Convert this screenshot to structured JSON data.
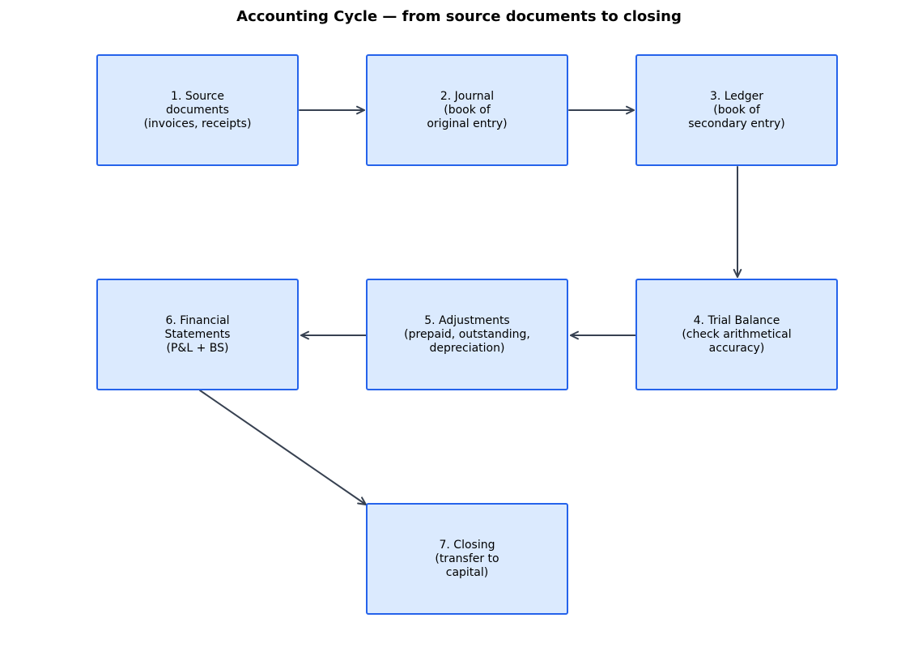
{
  "title": "Accounting Cycle — from source documents to closing",
  "colors": {
    "node_fill": "#dbeafe",
    "node_border": "#2563eb",
    "arrow": "#374151"
  },
  "nodes": [
    {
      "id": "n1",
      "lines": [
        "1. Source",
        "documents",
        "(invoices, receipts)"
      ]
    },
    {
      "id": "n2",
      "lines": [
        "2. Journal",
        "(book of",
        "original entry)"
      ]
    },
    {
      "id": "n3",
      "lines": [
        "3. Ledger",
        "(book of",
        "secondary entry)"
      ]
    },
    {
      "id": "n4",
      "lines": [
        "4. Trial Balance",
        "(check arithmetical",
        "accuracy)"
      ]
    },
    {
      "id": "n5",
      "lines": [
        "5. Adjustments",
        "(prepaid, outstanding,",
        "depreciation)"
      ]
    },
    {
      "id": "n6",
      "lines": [
        "6. Financial",
        "Statements",
        "(P&L + BS)"
      ]
    },
    {
      "id": "n7",
      "lines": [
        "7. Closing",
        "(transfer to",
        "capital)"
      ]
    }
  ],
  "edges": [
    {
      "from": "n1",
      "to": "n2"
    },
    {
      "from": "n2",
      "to": "n3"
    },
    {
      "from": "n3",
      "to": "n4"
    },
    {
      "from": "n4",
      "to": "n5"
    },
    {
      "from": "n5",
      "to": "n6"
    },
    {
      "from": "n6",
      "to": "n7"
    }
  ]
}
